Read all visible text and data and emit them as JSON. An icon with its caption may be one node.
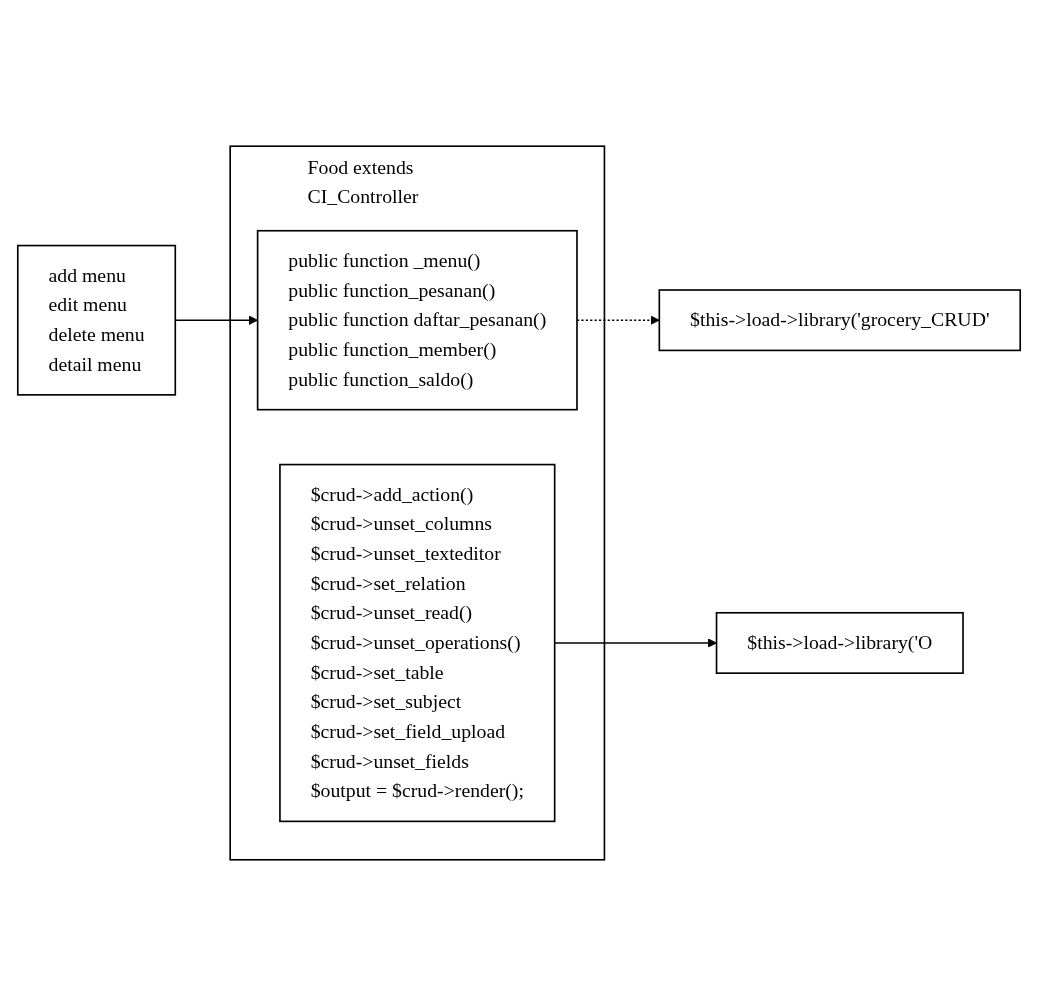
{
  "diagram": {
    "nodes": [
      {
        "text": [
          "Food extends CI_Controller"
        ]
      },
      {
        "text": [
          "public function _menu()",
          "public function_pesanan()",
          "public function daftar_pesanan()",
          "public function_member()",
          "public function_saldo()"
        ],
        "in": 0
      },
      {
        "text": [
          "$crud->add_action()",
          "$crud->unset_columns",
          "$crud->unset_texteditor",
          "$crud->set_relation",
          "$crud->unset_read()",
          "$crud->unset_operations()",
          "$crud->set_table",
          "$crud->set_subject",
          "$crud->set_field_upload",
          "$crud->unset_fields",
          "$output = $crud->render();"
        ],
        "in": 0
      },
      {
        "text": [
          "add menu",
          "edit menu",
          "delete menu",
          "detail menu"
        ]
      },
      {
        "text": [
          "$this->load->library('grocery_CRUD'"
        ]
      },
      {
        "text": [
          "$this->load->library('O"
        ]
      }
    ],
    "edges": [
      {
        "from": 3,
        "to": 1,
        "arrow": "to"
      },
      {
        "from": 1,
        "to": 4,
        "arrow": "to",
        "style": "dashed"
      },
      {
        "from": 2,
        "to": 5,
        "arrow": "to"
      }
    ]
  }
}
